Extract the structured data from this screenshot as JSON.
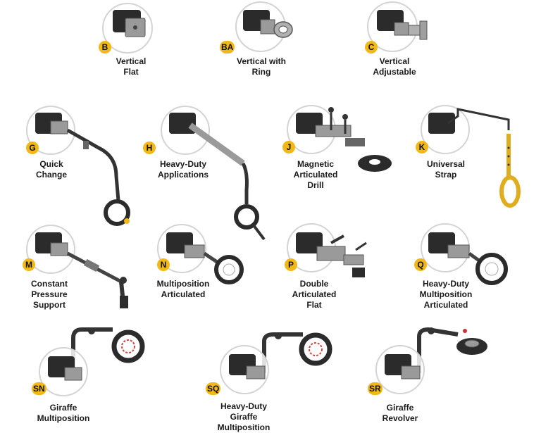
{
  "items": [
    {
      "code": "B",
      "lines": [
        "Vertical",
        "Flat"
      ]
    },
    {
      "code": "BA",
      "lines": [
        "Vertical with",
        "Ring"
      ]
    },
    {
      "code": "C",
      "lines": [
        "Vertical",
        "Adjustable"
      ]
    },
    {
      "code": "G",
      "lines": [
        "Quick",
        "Change"
      ]
    },
    {
      "code": "H",
      "lines": [
        "Heavy-Duty",
        "Applications"
      ]
    },
    {
      "code": "J",
      "lines": [
        "Magnetic",
        "Articulated",
        "Drill"
      ]
    },
    {
      "code": "K",
      "lines": [
        "Universal",
        "Strap"
      ]
    },
    {
      "code": "M",
      "lines": [
        "Constant",
        "Pressure",
        "Support"
      ]
    },
    {
      "code": "N",
      "lines": [
        "Multiposition",
        "Articulated"
      ]
    },
    {
      "code": "P",
      "lines": [
        "Double",
        "Articulated",
        "Flat"
      ]
    },
    {
      "code": "Q",
      "lines": [
        "Heavy-Duty",
        "Multiposition",
        "Articulated"
      ]
    },
    {
      "code": "SN",
      "lines": [
        "Giraffe",
        "Multiposition"
      ]
    },
    {
      "code": "SQ",
      "lines": [
        "Heavy-Duty",
        "Giraffe",
        "Multiposition"
      ]
    },
    {
      "code": "SR",
      "lines": [
        "Giraffe",
        "Revolver"
      ]
    }
  ],
  "colors": {
    "badge": "#f2b818",
    "housing": "#2b2b2b",
    "metal": "#9a9a9a",
    "strap": "#e0ad1e",
    "circle": "#d4d4d4"
  }
}
